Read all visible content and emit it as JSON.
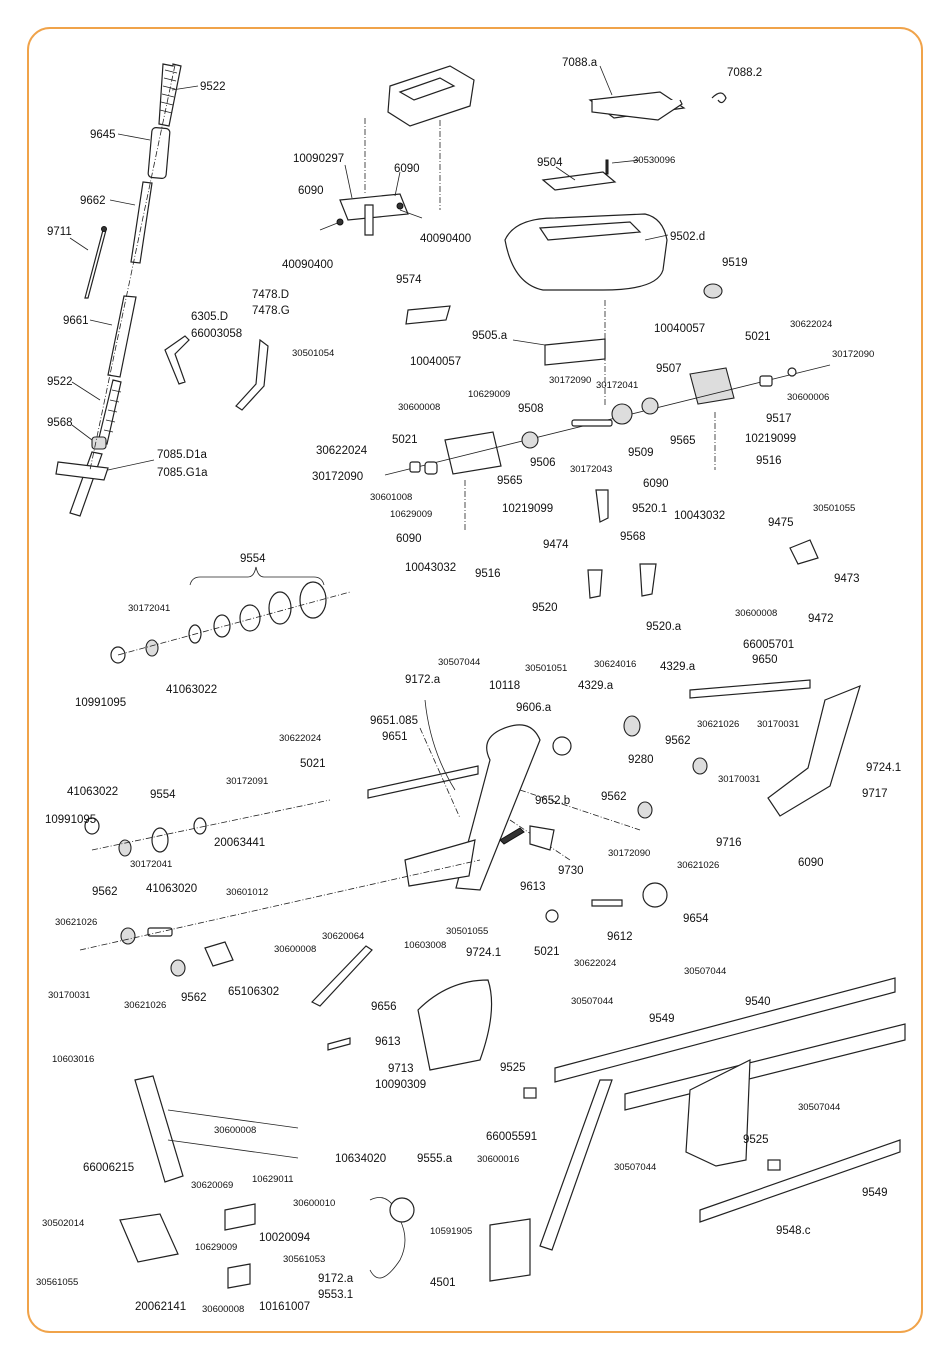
{
  "frame_color": "#f0a34a",
  "labels": {
    "p9522a": "9522",
    "p9645": "9645",
    "p9662": "9662",
    "p9711": "9711",
    "p9661": "9661",
    "p9522b": "9522",
    "p9568a": "9568",
    "p7085a": "7085.D1a",
    "p7085b": "7085.G1a",
    "p10090297": "10090297",
    "p6090a": "6090",
    "p6090b": "6090",
    "p40090400a": "40090400",
    "p40090400b": "40090400",
    "p6305": "6305.D",
    "p66003058": "66003058",
    "p7478d": "7478.D",
    "p7478g": "7478.G",
    "p30501054": "30501054",
    "p9574": "9574",
    "p7088a": "7088.a",
    "p7088_2": "7088.2",
    "p9504": "9504",
    "p30530096": "30530096",
    "p9502d": "9502.d",
    "p9519": "9519",
    "p9505a": "9505.a",
    "p10040057a": "10040057",
    "p10040057b": "10040057",
    "p5021a": "5021",
    "p30622024a": "30622024",
    "p30172090a": "30172090",
    "p30600006": "30600006",
    "p9517": "9517",
    "p10219099a": "10219099",
    "p9507": "9507",
    "p30172090b": "30172090",
    "p30172041a": "30172041",
    "p30172043": "30172043",
    "p9509": "9509",
    "p9508": "9508",
    "p9506": "9506",
    "p9565a": "9565",
    "p9565b": "9565",
    "p9516a": "9516",
    "p6090c": "6090",
    "p10043032a": "10043032",
    "p9475": "9475",
    "p30501055a": "30501055",
    "p9473": "9473",
    "p30600008a": "30600008",
    "p9472": "9472",
    "p30600008b": "30600008",
    "p10629009a": "10629009",
    "p30622024b": "30622024",
    "p5021b": "5021",
    "p30172090c": "30172090",
    "p30601008": "30601008",
    "p10629009b": "10629009",
    "p10219099b": "10219099",
    "p9520_1": "9520.1",
    "p9568b": "9568",
    "p9474": "9474",
    "p6090d": "6090",
    "p10043032b": "10043032",
    "p9516b": "9516",
    "p9520": "9520",
    "p9520a": "9520.a",
    "p9554a": "9554",
    "p30172041b": "30172041",
    "p10991095a": "10991095",
    "p41063022a": "41063022",
    "p30507044a": "30507044",
    "p9172a": "9172.a",
    "p10118": "10118",
    "p30501051": "30501051",
    "p30624016": "30624016",
    "p4329a1": "4329.a",
    "p4329a2": "4329.a",
    "p66005701": "66005701",
    "p9650": "9650",
    "p9651_085": "9651.085",
    "p9651": "9651",
    "p9606a": "9606.a",
    "p9280": "9280",
    "p9562a": "9562",
    "p30621026a": "30621026",
    "p30170031a": "30170031",
    "p9724_1a": "9724.1",
    "p9717": "9717",
    "p9652b": "9652.b",
    "p9562b": "9562",
    "p30170031b": "30170031",
    "p9716": "9716",
    "p30621026b": "30621026",
    "p6090e": "6090",
    "p9730": "9730",
    "p9613a": "9613",
    "p30172090d": "30172090",
    "p9654": "9654",
    "p30501055b": "30501055",
    "p10603008": "10603008",
    "p5021c": "5021",
    "p9612": "9612",
    "p30622024c": "30622024",
    "p30622024d": "30622024",
    "p5021d": "5021",
    "p41063022b": "41063022",
    "p9554b": "9554",
    "p30172091": "30172091",
    "p10991095b": "10991095",
    "p20063441": "20063441",
    "p30172041c": "30172041",
    "p9562c": "9562",
    "p41063020": "41063020",
    "p30601012": "30601012",
    "p30621026c": "30621026",
    "p30620064": "30620064",
    "p30600008c": "30600008",
    "p30170031c": "30170031",
    "p30621026d": "30621026",
    "p9562d": "9562",
    "p65106302": "65106302",
    "p9656": "9656",
    "p9724_1b": "9724.1",
    "p9613b": "9613",
    "p9713": "9713",
    "p10090309": "10090309",
    "p30507044b": "30507044",
    "p30507044c": "30507044",
    "p9549a": "9549",
    "p9540": "9540",
    "p9525a": "9525",
    "p66005591": "66005591",
    "p30507044d": "30507044",
    "p30507044e": "30507044",
    "p9525b": "9525",
    "p30600016": "30600016",
    "p9549b": "9549",
    "p9548c": "9548.c",
    "p4501": "4501",
    "p10603016": "10603016",
    "p30600008d": "30600008",
    "p66006215": "66006215",
    "p10634020": "10634020",
    "p30620069": "30620069",
    "p10629011": "10629011",
    "p30600010": "30600010",
    "p10020094": "10020094",
    "p30502014": "30502014",
    "p30561055": "30561055",
    "p20062141": "20062141",
    "p10629009c": "10629009",
    "p30561053": "30561053",
    "p30600008e": "30600008",
    "p10161007": "10161007",
    "p9555a": "9555.a",
    "p10591905": "10591905",
    "p9172a2": "9172.a",
    "p9553_1": "9553.1"
  }
}
